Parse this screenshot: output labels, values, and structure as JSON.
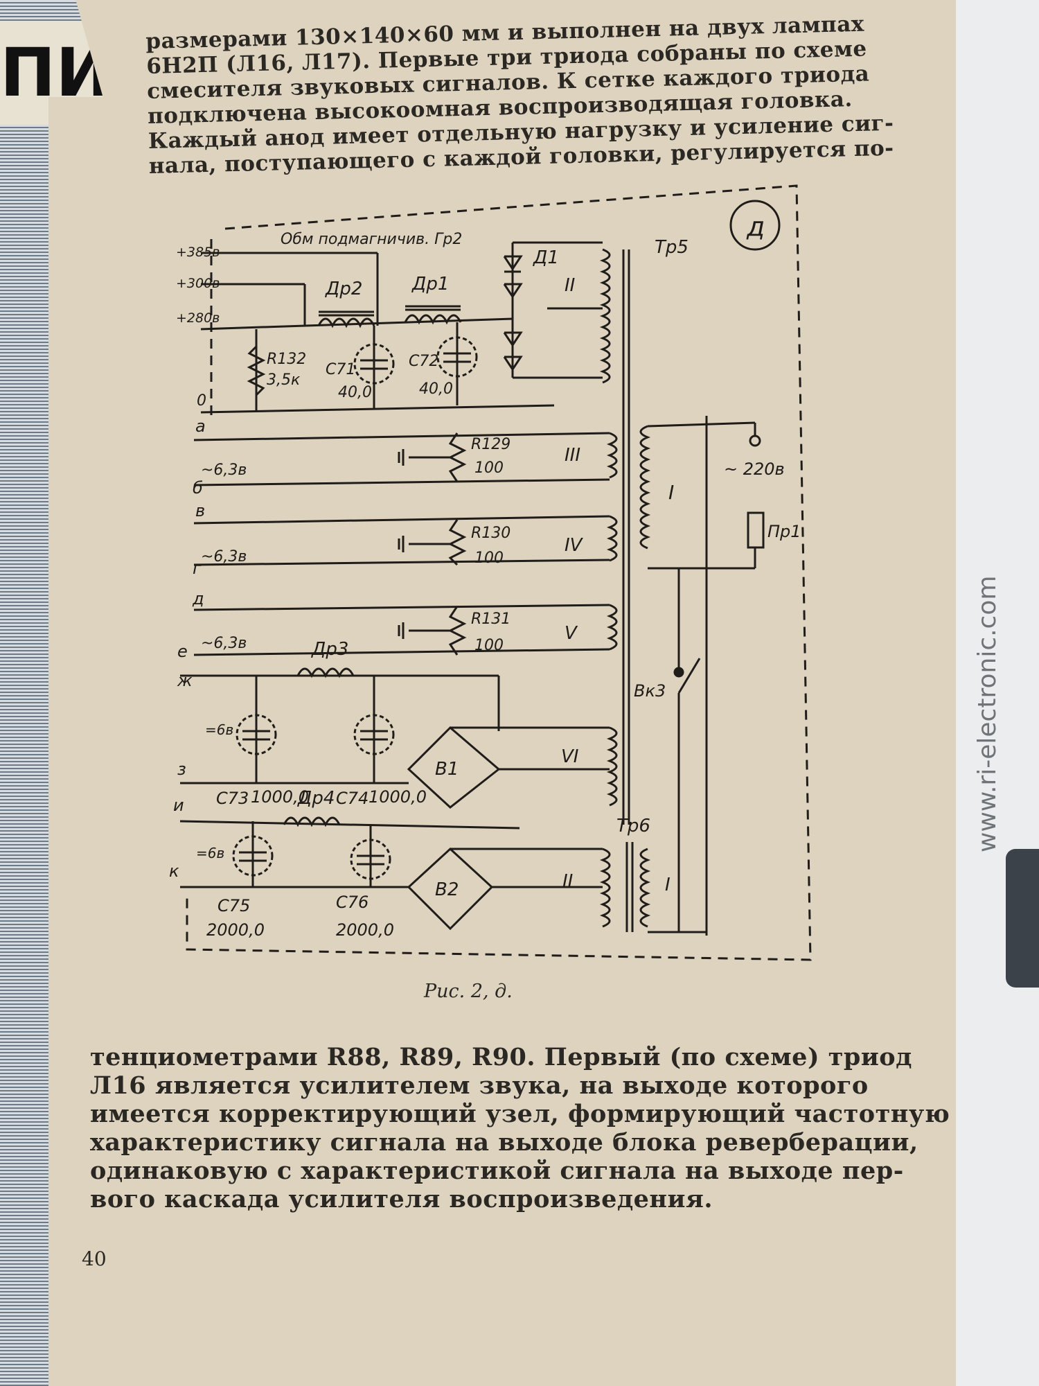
{
  "left_page": {
    "heading_fragment": "ПИ"
  },
  "top_text": {
    "lines": [
      "размерами 130×140×60 мм и выполнен на двух лампах",
      "6Н2П (Л16, Л17). Первые три триода собраны по схеме",
      "смесителя звуковых сигналов. К сетке каждого триода",
      "подключена высокоомная воспроизводящая головка.",
      "Каждый анод имеет отдельную нагрузку и усиление сиг-",
      "нала, поступающего с каждой головки, регулируется по-"
    ]
  },
  "schematic": {
    "panel_mark": "д",
    "supply_labels": [
      "+385в",
      "+300в",
      "+280в",
      "0"
    ],
    "winding_label": "Обм подмагничив. Гр2",
    "components": {
      "dr2": "Др2",
      "dr1": "Др1",
      "d1": "Д1",
      "tr5": "Тр5",
      "tr6": "Тр6",
      "r132": "R132",
      "r132_val": "3,5к",
      "c71": "C71",
      "c71_val": "40,0",
      "c72": "C72",
      "c72_val": "40,0",
      "r129": "R129",
      "r129_val": "100",
      "r130": "R130",
      "r130_val": "100",
      "r131": "R131",
      "r131_val": "100",
      "dr3": "Др3",
      "dr4": "Др4",
      "c73": "C73",
      "c73_val": "1000,0",
      "c74": "C74",
      "c74_val": "1000,0",
      "c75": "C75",
      "c75_val": "2000,0",
      "c76": "C76",
      "c76_val": "2000,0",
      "b1": "B1",
      "b2": "B2",
      "vk3": "Вк3",
      "pr1": "Пр1",
      "mains": "~ 220в",
      "dc1": "=6в",
      "dc2": "=6в"
    },
    "line_letters": [
      "а",
      "б",
      "в",
      "г",
      "д",
      "е",
      "ж",
      "з",
      "и",
      "к"
    ],
    "heater_labels": [
      "~6,3в",
      "~6,3в",
      "~6,3в"
    ],
    "winding_numerals": [
      "II",
      "III",
      "IV",
      "V",
      "VI",
      "I",
      "II",
      "I"
    ]
  },
  "caption": "Рис. 2, д.",
  "bottom_text": {
    "lines": [
      "тенциометрами R88, R89, R90. Первый (по схеме) триод",
      "Л16 является усилителем звука, на выходе которого",
      "имеется корректирующий узел, формирующий частотную",
      "характеристику сигнала на выходе блока реверберации,",
      "одинаковую с характеристикой сигнала на выходе пер-",
      "вого каскада усилителя воспроизведения."
    ]
  },
  "page_number": "40",
  "watermark": "www.ri-electronic.com"
}
